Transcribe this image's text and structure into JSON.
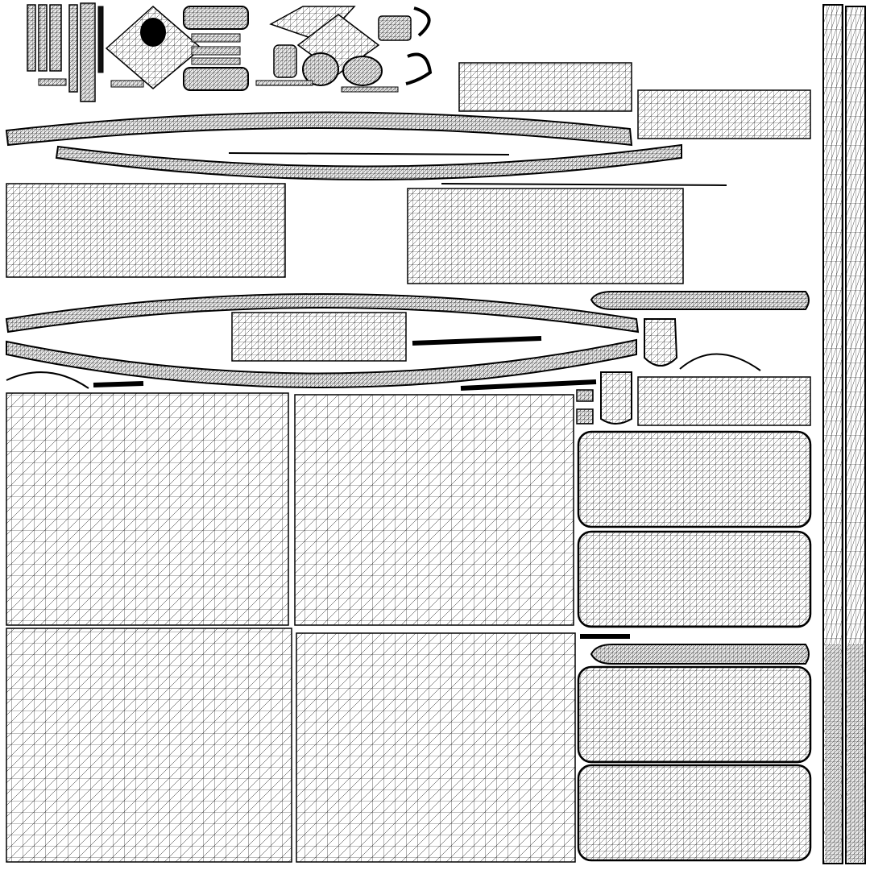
{
  "palette": {
    "background": "#ffffff",
    "wire": "#000000",
    "island_fill": "#f2f2f2"
  },
  "islands": [
    {
      "id": "island-large-1",
      "kind": "wireframe-quad-grid"
    },
    {
      "id": "island-large-2",
      "kind": "wireframe-quad-grid"
    },
    {
      "id": "island-large-3",
      "kind": "wireframe-quad-grid"
    },
    {
      "id": "island-large-4",
      "kind": "wireframe-quad-grid"
    },
    {
      "id": "island-wide-1",
      "kind": "wireframe-quad-grid"
    },
    {
      "id": "island-wide-2",
      "kind": "wireframe-quad-grid"
    },
    {
      "id": "island-small-1",
      "kind": "wireframe-quad-grid"
    },
    {
      "id": "island-small-2",
      "kind": "wireframe-quad-grid"
    },
    {
      "id": "island-small-3",
      "kind": "wireframe-quad-grid"
    },
    {
      "id": "island-rounded-1",
      "kind": "wireframe-rounded"
    },
    {
      "id": "island-rounded-2",
      "kind": "wireframe-rounded"
    },
    {
      "id": "island-rounded-3",
      "kind": "wireframe-rounded"
    },
    {
      "id": "island-rounded-4",
      "kind": "wireframe-rounded"
    },
    {
      "id": "island-strip",
      "kind": "wireframe-quad-grid"
    },
    {
      "id": "island-arc-1",
      "kind": "wireframe-arc"
    },
    {
      "id": "island-arc-2",
      "kind": "wireframe-arc"
    },
    {
      "id": "island-arc-3",
      "kind": "wireframe-arc"
    },
    {
      "id": "island-arc-4",
      "kind": "wireframe-arc"
    },
    {
      "id": "island-pole-1",
      "kind": "wireframe-vertical"
    },
    {
      "id": "island-pole-2",
      "kind": "wireframe-vertical"
    },
    {
      "id": "island-detail-cluster",
      "kind": "wireframe-detail"
    }
  ]
}
